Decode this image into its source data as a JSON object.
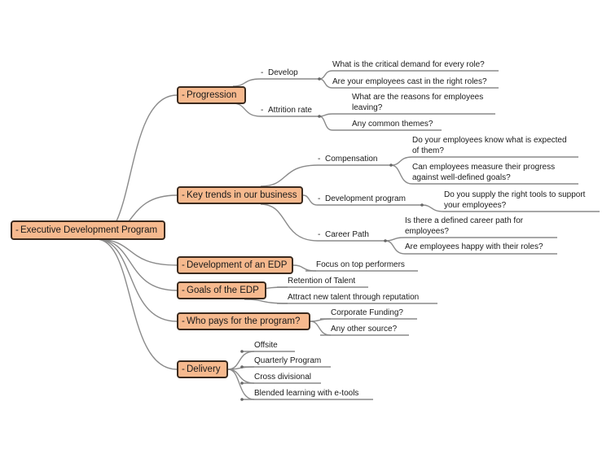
{
  "root": {
    "label": "Executive Development Program",
    "marker": "-"
  },
  "branches": [
    {
      "label": "Progression",
      "marker": "-",
      "children": [
        {
          "label": "Develop",
          "marker": "-",
          "children": [
            "What is the critical demand for every role?",
            "Are your employees cast in the right roles?"
          ]
        },
        {
          "label": "Attrition rate",
          "marker": "-",
          "children": [
            [
              "What are the reasons for employees",
              "leaving?"
            ],
            "Any common themes?"
          ]
        }
      ]
    },
    {
      "label": "Key trends in our business",
      "marker": "-",
      "children": [
        {
          "label": "Compensation",
          "marker": "-",
          "children": [
            [
              "Do your employees know what is expected",
              "of them?"
            ],
            [
              "Can employees measure their progress",
              "against well-defined goals?"
            ]
          ]
        },
        {
          "label": "Development program",
          "marker": "-",
          "children": [
            [
              "Do you supply the right tools to support",
              "your employees?"
            ]
          ]
        },
        {
          "label": "Career Path",
          "marker": "-",
          "children": [
            [
              "Is there a defined career path for",
              "employees?"
            ],
            "Are employees happy with their roles?"
          ]
        }
      ]
    },
    {
      "label": "Development of an EDP",
      "marker": "-",
      "children": [
        "Focus on top performers"
      ]
    },
    {
      "label": "Goals of the EDP",
      "marker": "-",
      "children": [
        "Retention of Talent",
        "Attract new talent through reputation"
      ]
    },
    {
      "label": "Who pays for the program?",
      "marker": "-",
      "children": [
        "Corporate Funding?",
        "Any other source?"
      ]
    },
    {
      "label": "Delivery",
      "marker": "-",
      "children": [
        "Offsite",
        "Quarterly Program",
        "Cross divisional",
        "Blended learning with e-tools"
      ]
    }
  ],
  "colors": {
    "topic_fill": "#f6b98e",
    "topic_border": "#3a2a1e",
    "line": "#8a8a8a"
  }
}
